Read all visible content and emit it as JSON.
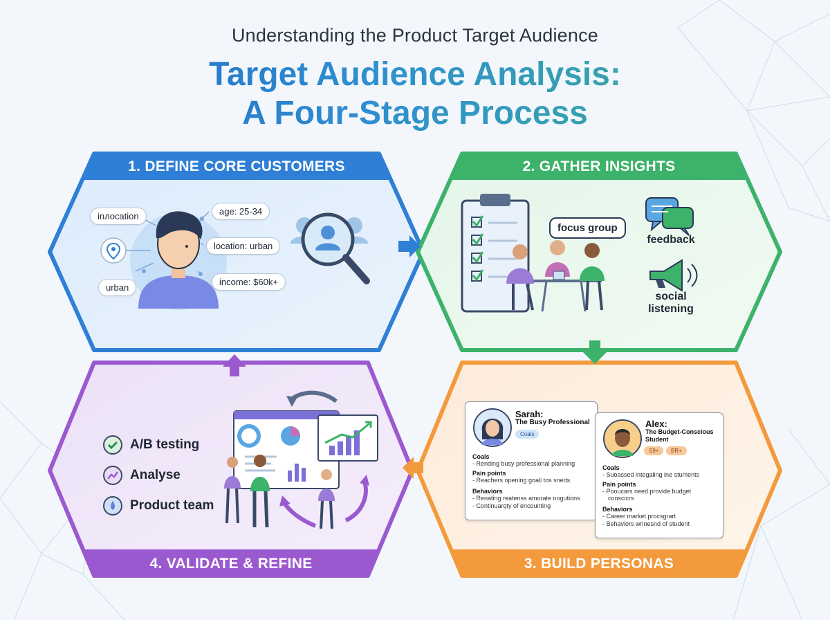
{
  "header": {
    "subtitle": "Understanding the Product Target Audience",
    "title_line1": "Target Audience Analysis:",
    "title_line2": "A Four-Stage Process"
  },
  "colors": {
    "stage1": "#2f7fd6",
    "stage2": "#3db26a",
    "stage3": "#f39a3c",
    "stage4": "#9b59d0"
  },
  "stage1": {
    "title": "1. DEFINE CORE CUSTOMERS",
    "tags": [
      "inлocation",
      "urban",
      "age: 25-34",
      "location: urban",
      "income: $60k+"
    ]
  },
  "stage2": {
    "title": "2. GATHER INSIGHTS",
    "focus_group": "focus group",
    "feedback": "feedback",
    "social_listening": "social listening"
  },
  "stage3": {
    "title": "3. BUILD PERSONAS",
    "persona1": {
      "name": "Sarah:",
      "subtitle": "The Busy Professional",
      "pill": "Coals",
      "goals_h": "Coals",
      "goals": "- Rending busy professional planning",
      "pain_h": "Pain points",
      "pain": "- Reachers opening goali tos sneds",
      "beh_h": "Behaviors",
      "beh1": "- Renating reatenss amorate nogutions",
      "beh2": "- Continuarqty of encounting"
    },
    "persona2": {
      "name": "Alex:",
      "subtitle1": "The Budget-Conscious",
      "subtitle2": "Student",
      "pill1": "S9+",
      "pill2": "BR+",
      "goals_h": "Coals",
      "goals": "- Suoassed integaling ine stuments",
      "pain_h": "Pain points",
      "pain1": "- Pooucars need.provide budget",
      "pain2": "conscicrs",
      "beh_h": "Behaviors",
      "beh1": "- Career market procsgrart",
      "beh2": "- Behaviors wrinesnd of student"
    }
  },
  "stage4": {
    "title": "4. VALIDATE & REFINE",
    "items": [
      "A/B testing",
      "Analyse",
      "Product team"
    ]
  }
}
